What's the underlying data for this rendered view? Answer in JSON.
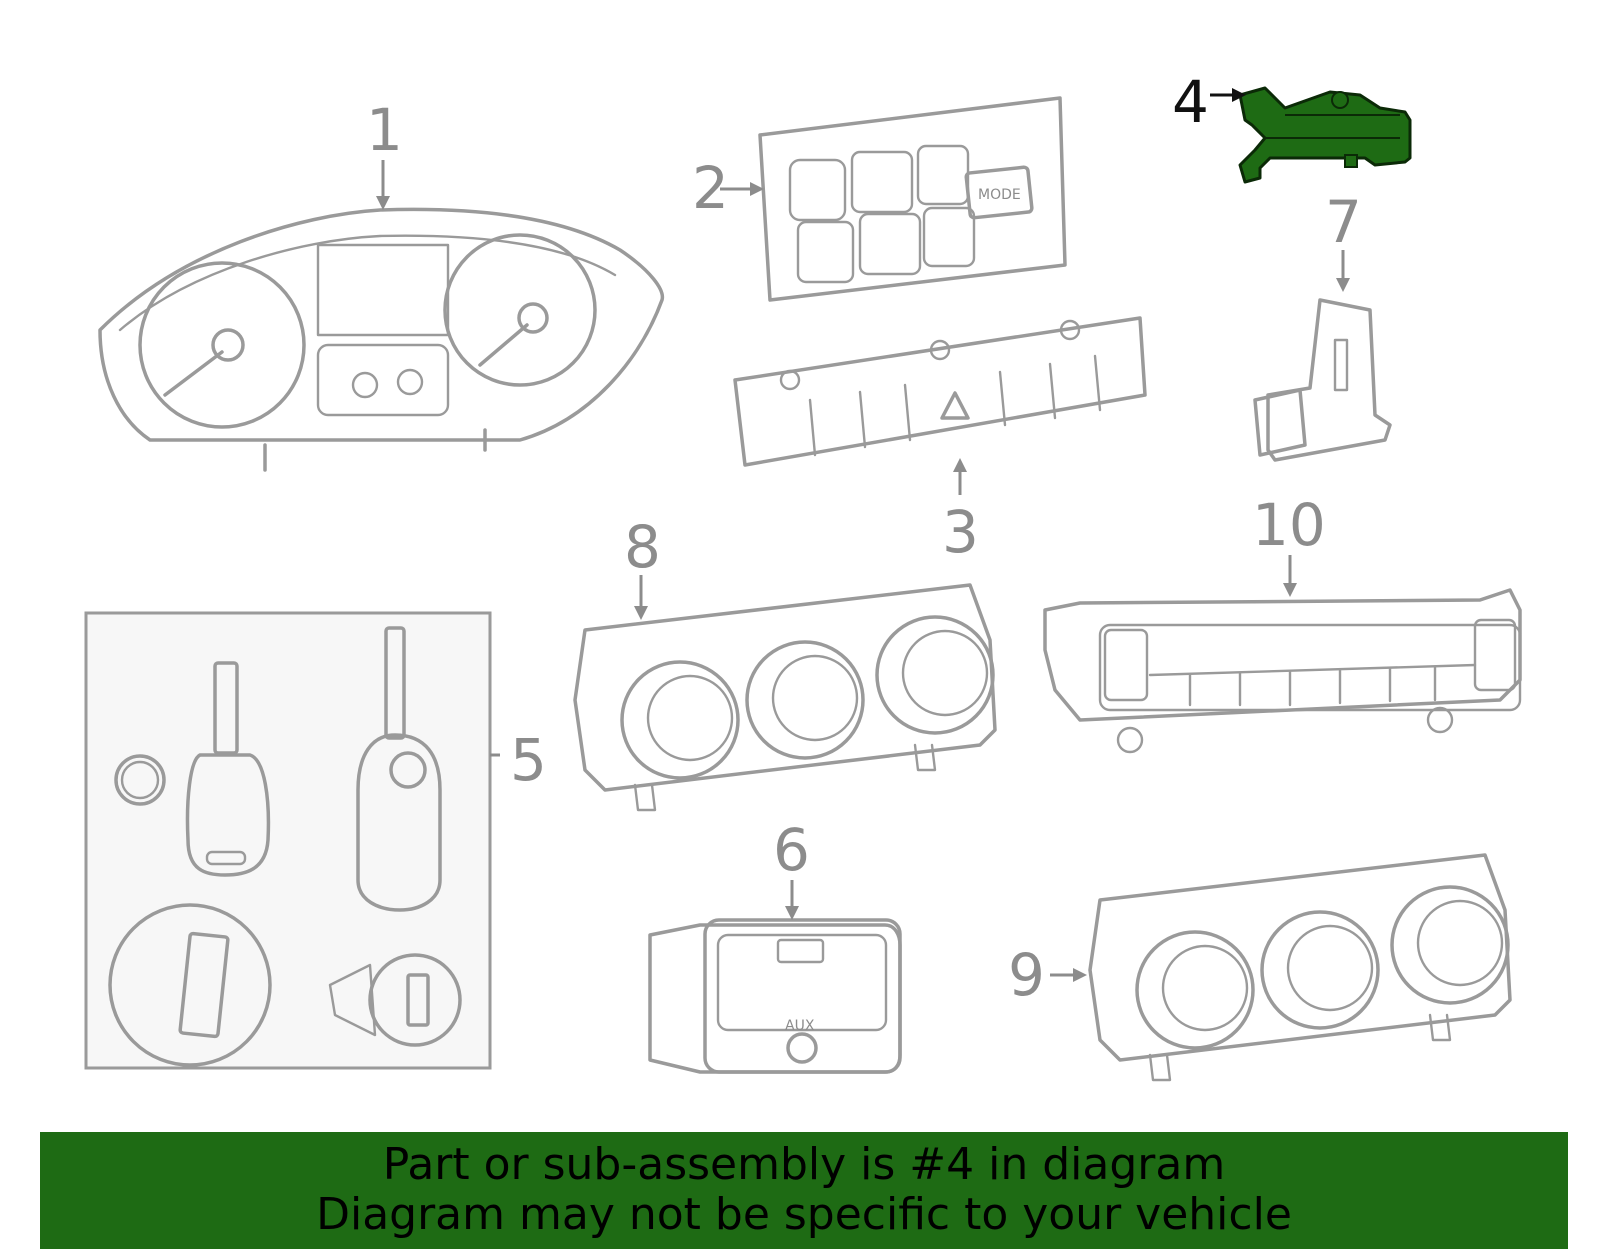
{
  "callouts": [
    {
      "id": "1",
      "label": "1"
    },
    {
      "id": "2",
      "label": "2"
    },
    {
      "id": "3",
      "label": "3"
    },
    {
      "id": "4",
      "label": "4"
    },
    {
      "id": "5",
      "label": "5"
    },
    {
      "id": "6",
      "label": "6"
    },
    {
      "id": "7",
      "label": "7"
    },
    {
      "id": "8",
      "label": "8"
    },
    {
      "id": "9",
      "label": "9"
    },
    {
      "id": "10",
      "label": "10"
    }
  ],
  "highlighted_part": "4",
  "highlight_color": "#1e6b14",
  "panel_labels": {
    "mode": "MODE",
    "aux": "AUX"
  },
  "banner": {
    "line1": "Part or sub-assembly is #4 in diagram",
    "line2": "Diagram may not be specific to your vehicle"
  }
}
